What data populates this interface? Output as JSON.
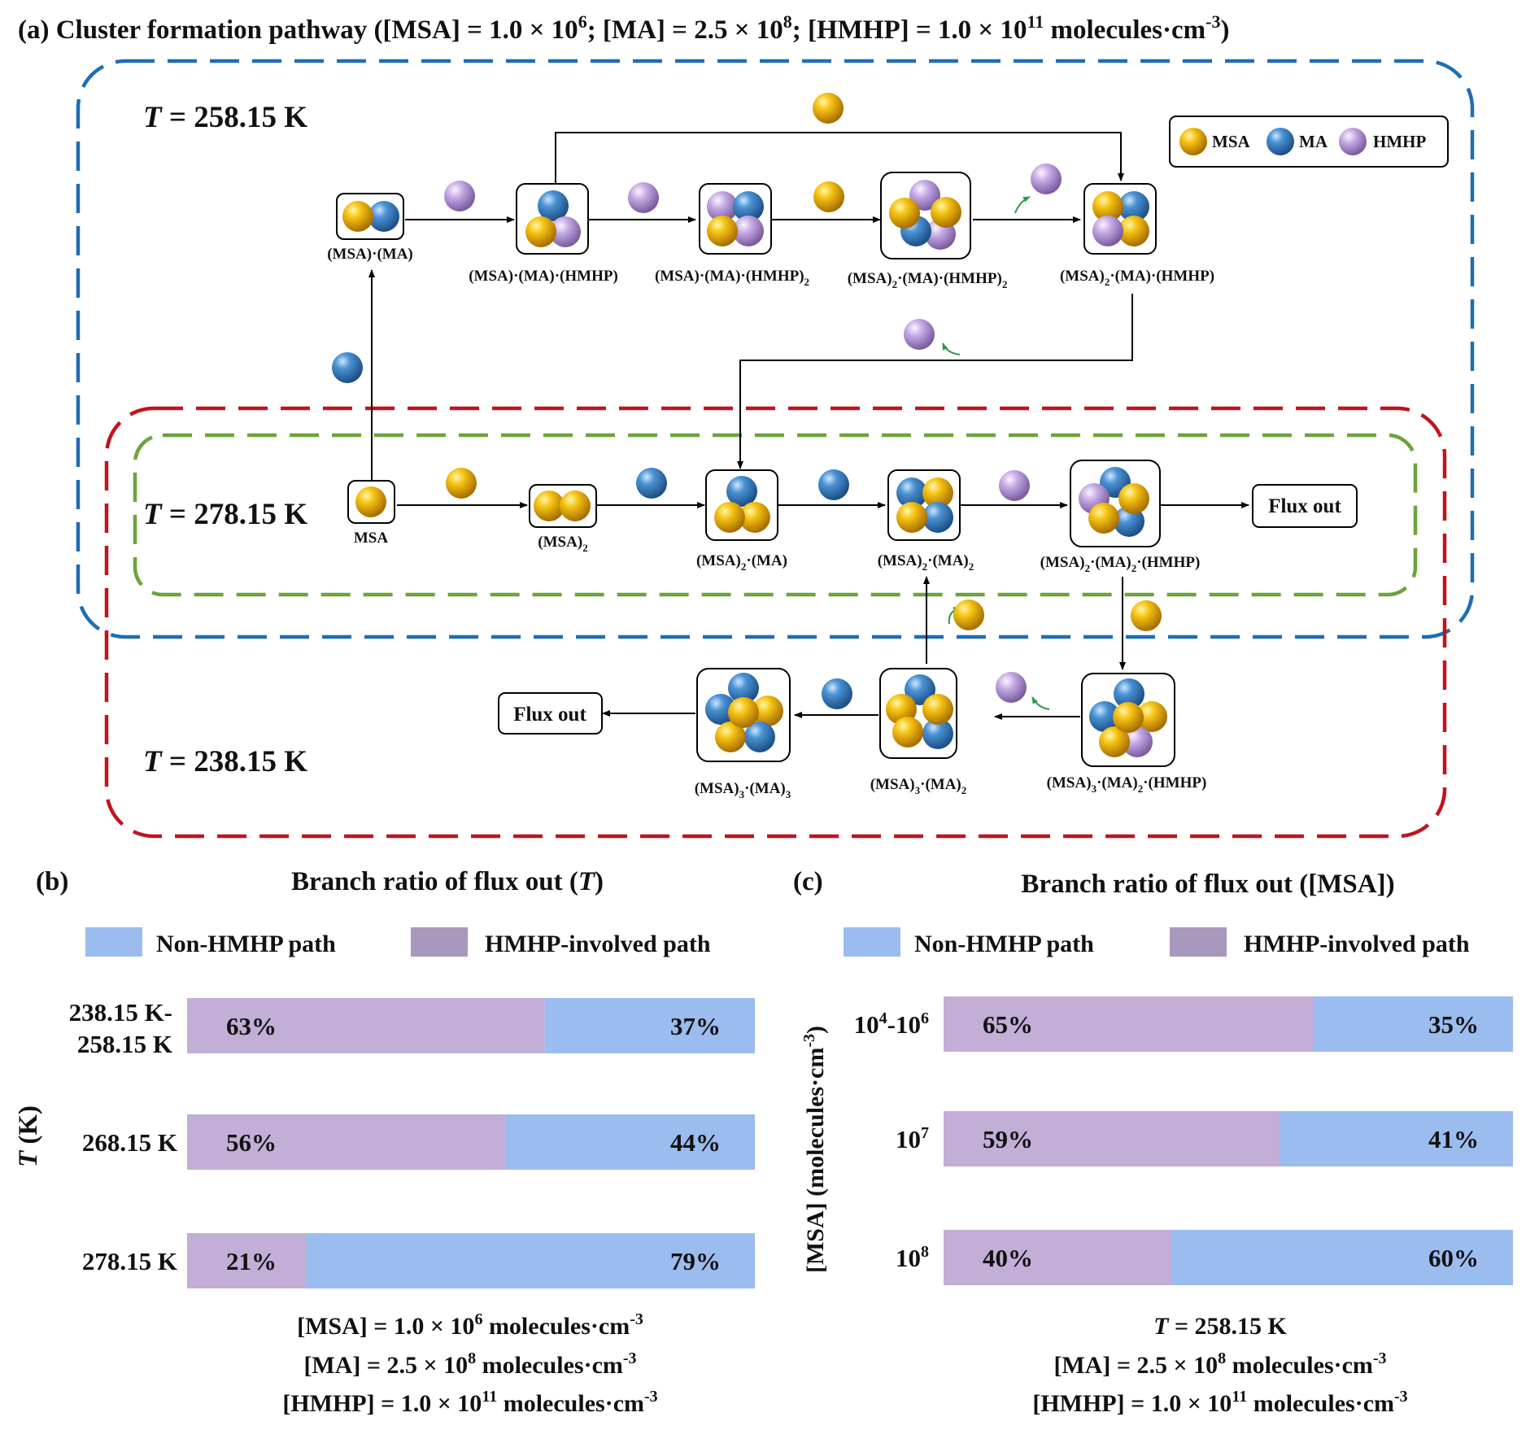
{
  "title": {
    "prefix": "(a) Cluster formation pathway ([MSA] = 1.0 × 10",
    "exp1": "6",
    "mid1": "; [MA] = 2.5 × 10",
    "exp2": "8",
    "mid2": "; [HMHP] = 1.0 × 10",
    "exp3": "11",
    "mid3": " molecules·cm",
    "exp4": "-3",
    "suffix": ")"
  },
  "regions": {
    "t258": {
      "italic": "T",
      "rest": " = 258.15 K",
      "color": "#1f6db5"
    },
    "t278": {
      "italic": "T",
      "rest": " = 278.15 K",
      "color": "#6aa43a"
    },
    "t238": {
      "italic": "T",
      "rest": " = 238.15 K",
      "color": "#c0141c"
    }
  },
  "legend": {
    "msa": "MSA",
    "ma": "MA",
    "hmhp": "HMHP"
  },
  "colors": {
    "msa": "#f2b705",
    "ma": "#3c86c8",
    "hmhp": "#b79ad9",
    "non_hmhp_bar": "#9bbcef",
    "hmhp_bar": "#c2aed6",
    "legend_hmhp": "#a898bc",
    "arrow_green": "#2a9a4e"
  },
  "clusters": {
    "msa_ma": "(MSA)·(MA)",
    "msa_ma_hmhp": "(MSA)·(MA)·(HMHP)",
    "msa_ma_hmhp2": {
      "base": "(MSA)·(MA)·(HMHP)",
      "sub": "2"
    },
    "msa2_ma_hmhp2": {
      "a": "(MSA)",
      "s1": "2",
      "b": "·(MA)·(HMHP)",
      "s2": "2"
    },
    "msa2_ma_hmhp": {
      "a": "(MSA)",
      "s1": "2",
      "b": "·(MA)·(HMHP)"
    },
    "msa": "MSA",
    "msa2": {
      "a": "(MSA)",
      "s1": "2"
    },
    "msa2_ma": {
      "a": "(MSA)",
      "s1": "2",
      "b": "·(MA)"
    },
    "msa2_ma2": {
      "a": "(MSA)",
      "s1": "2",
      "b": "·(MA)",
      "s2": "2"
    },
    "msa2_ma2_hmhp": {
      "a": "(MSA)",
      "s1": "2",
      "b": "·(MA)",
      "s2": "2",
      "c": "·(HMHP)"
    },
    "msa3_ma3": {
      "a": "(MSA)",
      "s1": "3",
      "b": "·(MA)",
      "s2": "3"
    },
    "msa3_ma2": {
      "a": "(MSA)",
      "s1": "3",
      "b": "·(MA)",
      "s2": "2"
    },
    "msa3_ma2_hmhp": {
      "a": "(MSA)",
      "s1": "3",
      "b": "·(MA)",
      "s2": "2",
      "c": "·(HMHP)"
    }
  },
  "flux_out": "Flux out",
  "panel_b": {
    "label": "(b)",
    "title_a": "Branch ratio of flux out (",
    "title_it": "T",
    "title_b": ")",
    "legend_non": "Non-HMHP path",
    "legend_hmhp": "HMHP-involved path",
    "ylabel_it": "T",
    "ylabel_rest": " (K)",
    "rows": [
      {
        "label1": "238.15 K-",
        "label2": "258.15 K",
        "hmhp": 63,
        "non": 37,
        "hmhp_text": "63%",
        "non_text": "37%"
      },
      {
        "label1": "268.15 K",
        "label2": "",
        "hmhp": 56,
        "non": 44,
        "hmhp_text": "56%",
        "non_text": "44%"
      },
      {
        "label1": "278.15 K",
        "label2": "",
        "hmhp": 21,
        "non": 79,
        "hmhp_text": "21%",
        "non_text": "79%"
      }
    ],
    "cond1": {
      "a": "[MSA] = 1.0 × 10",
      "e": "6",
      "b": " molecules·cm",
      "e2": "-3"
    },
    "cond2": {
      "a": "[MA] = 2.5 × 10",
      "e": "8",
      "b": " molecules·cm",
      "e2": "-3"
    },
    "cond3": {
      "a": "[HMHP] = 1.0 × 10",
      "e": "11",
      "b": " molecules·cm",
      "e2": "-3"
    }
  },
  "panel_c": {
    "label": "(c)",
    "title": "Branch ratio of flux out ([MSA])",
    "legend_non": "Non-HMHP path",
    "legend_hmhp": "HMHP-involved path",
    "ylabel_a": "[MSA] (molecules·cm",
    "ylabel_e": "-3",
    "ylabel_b": ")",
    "rows": [
      {
        "l1": "10",
        "e1": "4",
        "l2": "-10",
        "e2": "6",
        "hmhp": 65,
        "non": 35,
        "hmhp_text": "65%",
        "non_text": "35%"
      },
      {
        "l1": "10",
        "e1": "7",
        "l2": "",
        "e2": "",
        "hmhp": 59,
        "non": 41,
        "hmhp_text": "59%",
        "non_text": "41%"
      },
      {
        "l1": "10",
        "e1": "8",
        "l2": "",
        "e2": "",
        "hmhp": 40,
        "non": 60,
        "hmhp_text": "40%",
        "non_text": "60%"
      }
    ],
    "cond1_it": "T",
    "cond1_rest": " = 258.15 K",
    "cond2": {
      "a": "[MA] = 2.5 × 10",
      "e": "8",
      "b": " molecules·cm",
      "e2": "-3"
    },
    "cond3": {
      "a": "[HMHP] = 1.0 × 10",
      "e": "11",
      "b": " molecules·cm",
      "e2": "-3"
    }
  },
  "chart_data": [
    {
      "type": "bar",
      "title": "Branch ratio of flux out (T)",
      "ylabel": "T (K)",
      "categories": [
        "238.15 K-258.15 K",
        "268.15 K",
        "278.15 K"
      ],
      "series": [
        {
          "name": "HMHP-involved path",
          "values": [
            63,
            56,
            21
          ]
        },
        {
          "name": "Non-HMHP path",
          "values": [
            37,
            44,
            79
          ]
        }
      ]
    },
    {
      "type": "bar",
      "title": "Branch ratio of flux out ([MSA])",
      "ylabel": "[MSA] (molecules·cm-3)",
      "categories": [
        "10^4-10^6",
        "10^7",
        "10^8"
      ],
      "series": [
        {
          "name": "HMHP-involved path",
          "values": [
            65,
            59,
            40
          ]
        },
        {
          "name": "Non-HMHP path",
          "values": [
            35,
            41,
            60
          ]
        }
      ]
    }
  ]
}
